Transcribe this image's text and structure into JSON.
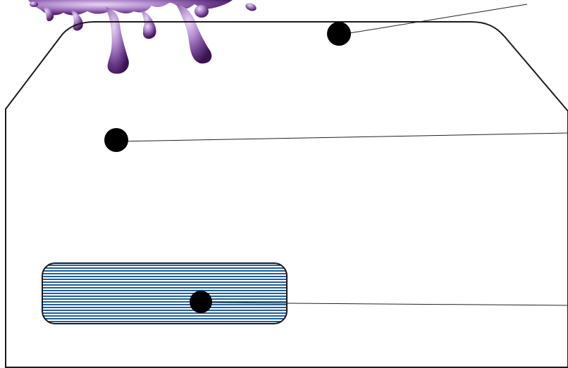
{
  "colors": {
    "outline": "#1a1a1a",
    "paper": "#ffffff",
    "marker": "#000000",
    "leader_line": "#222222",
    "window_stripe": "#1f5f9a",
    "window_stripe_alt": "#ffffff",
    "splash_light": "#b58fd0",
    "splash_mid": "#8a5aaa",
    "splash_dark": "#4a1f63"
  },
  "icons": {
    "splash": "ink-splash-decoration",
    "markers": [
      "callout-marker",
      "callout-marker",
      "callout-marker"
    ]
  },
  "callouts": [
    {
      "name": "flap",
      "label": ""
    },
    {
      "name": "envelope-body",
      "label": ""
    },
    {
      "name": "address-window",
      "label": ""
    }
  ]
}
